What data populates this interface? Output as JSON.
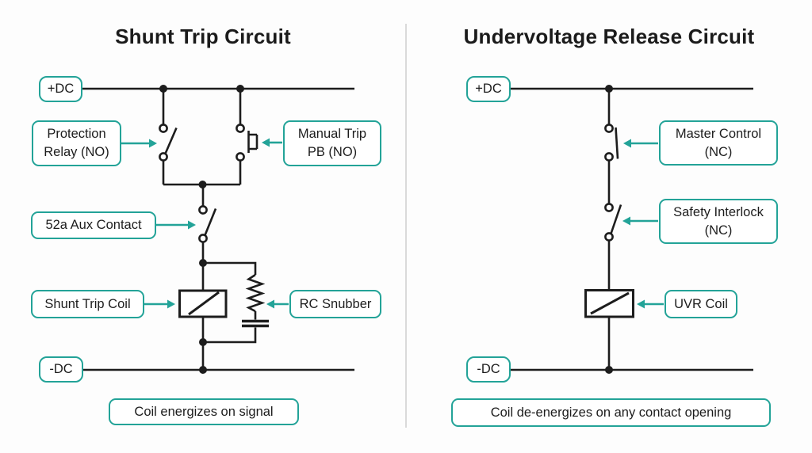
{
  "colors": {
    "accent_teal": "#23a398",
    "wire_black": "#1d1d1d",
    "divider_gray": "#dadada",
    "background": "#fdfdfd",
    "text": "#1b1b1b"
  },
  "left": {
    "title": "Shunt Trip Circuit",
    "pos_rail": "+DC",
    "neg_rail": "-DC",
    "protection_relay": "Protection Relay (NO)",
    "manual_trip": "Manual Trip PB (NO)",
    "aux_contact": "52a Aux Contact",
    "coil": "Shunt Trip Coil",
    "snubber": "RC Snubber",
    "caption": "Coil energizes on signal"
  },
  "right": {
    "title": "Undervoltage Release Circuit",
    "pos_rail": "+DC",
    "neg_rail": "-DC",
    "master_control": "Master Control (NC)",
    "safety_interlock": "Safety Interlock (NC)",
    "coil": "UVR Coil",
    "caption": "Coil de-energizes on any contact opening"
  }
}
